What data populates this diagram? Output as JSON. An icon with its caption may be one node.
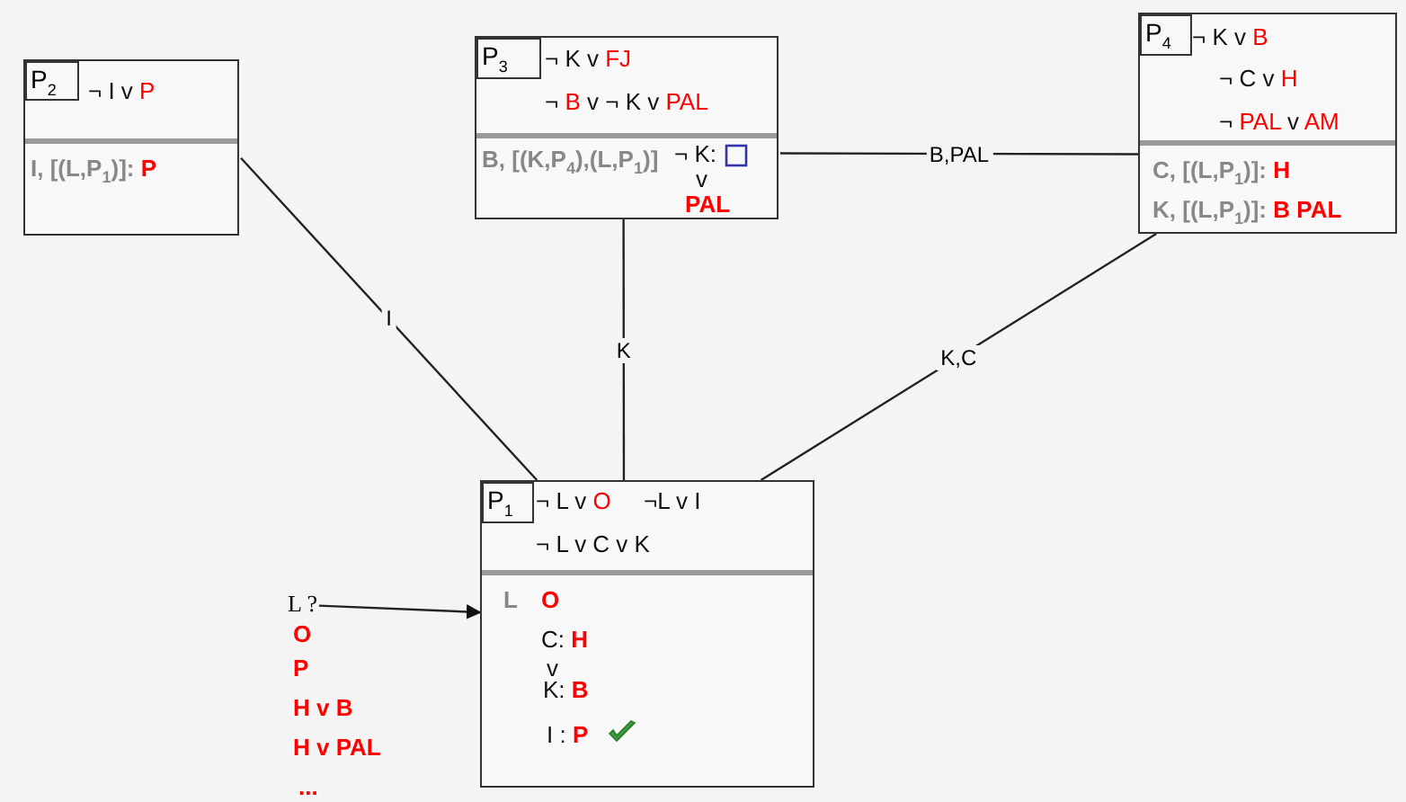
{
  "diagram": {
    "nodes": [
      {
        "text": [
          "¬ I v P",
          "I, [(L,P$_{1}$)]: P"
        ]
      },
      {
        "text": [
          "P$_{2}$"
        ],
        "in": 0
      },
      {
        "text": [
          "¬ K v FJ",
          "¬ B v ¬ K v PAL",
          "B, [(K,P$_{4}$),(L,P$_{1}$)]",
          "¬ K:",
          "v",
          "PAL"
        ]
      },
      {
        "text": [
          "P$_{3}$"
        ],
        "in": 2
      },
      {
        "text": [
          "¬ K v B",
          "¬ C v H",
          "¬ PAL v AM",
          "C, [(L,P$_{1}$)]: H",
          "K, [(L,P$_{1}$)]: B PAL"
        ]
      },
      {
        "text": [
          "P$_{4}$"
        ],
        "in": 4
      },
      {
        "text": [
          "¬ L v O",
          "¬L v I",
          "¬ L v C v K",
          "L",
          "O",
          "C: H",
          "v",
          "K: B",
          "I : P"
        ]
      },
      {
        "text": [
          "P$_{1}$"
        ],
        "in": 6
      },
      {
        "text": [
          "L ?"
        ]
      }
    ],
    "edges": [
      {
        "from": 0,
        "to": 6,
        "arrow": "none",
        "label": "I"
      },
      {
        "from": 2,
        "to": 6,
        "arrow": "none",
        "label": "K"
      },
      {
        "from": 2,
        "to": 4,
        "arrow": "none",
        "label": "B,PAL"
      },
      {
        "from": 4,
        "to": 6,
        "arrow": "none",
        "label": "K,C"
      },
      {
        "from": 8,
        "to": 6,
        "arrow": "to"
      }
    ],
    "labels": [
      "O",
      "P",
      "H v B",
      "H v PAL",
      "..."
    ]
  }
}
